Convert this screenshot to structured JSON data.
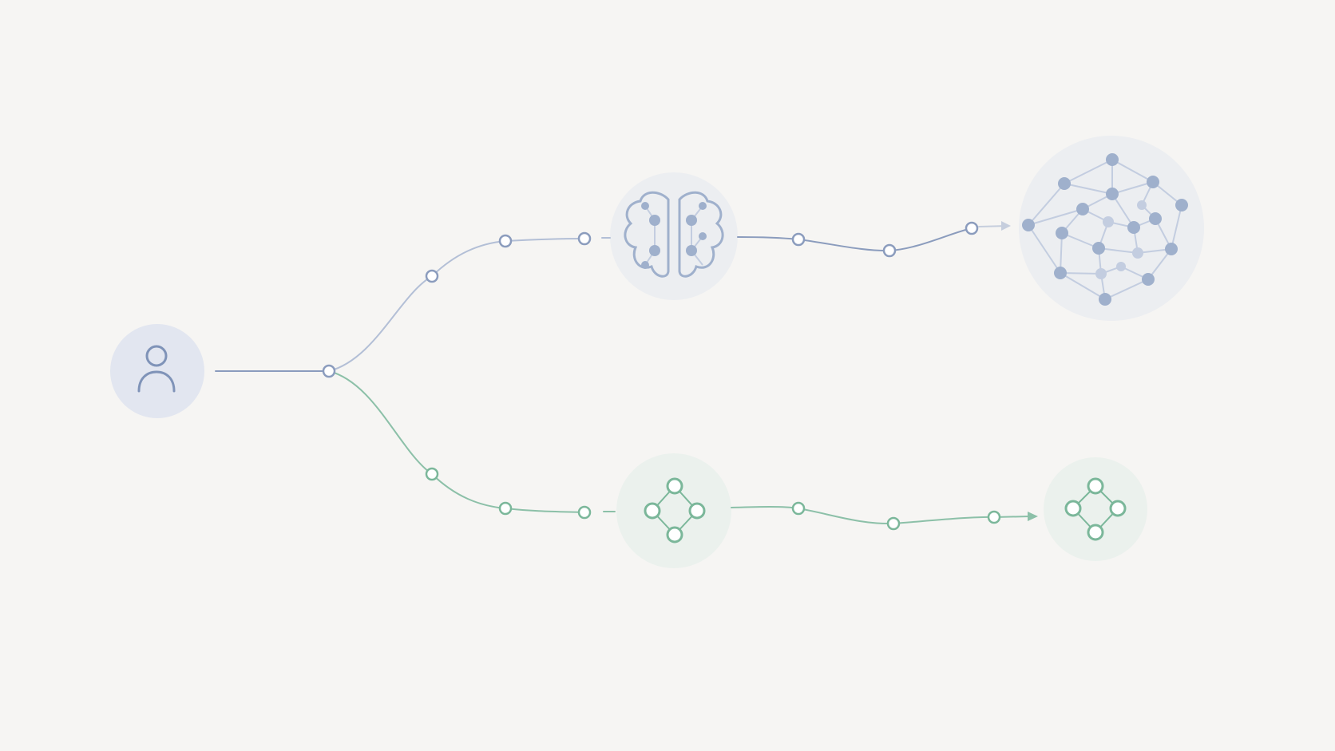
{
  "diagram": {
    "background_color": "#f6f5f3",
    "colors": {
      "blue_path": "#8b9cbd",
      "blue_path_light": "#b3bfd6",
      "blue_node": "#9fb0cc",
      "blue_node_light": "#c3cde0",
      "green_path": "#8cc0a8",
      "green_node": "#7bb79a",
      "user_disc": "#e2e6f0",
      "user_icon": "#7f93b8",
      "halo_blue": "#eceef1",
      "halo_green": "#ebf1ed"
    },
    "nodes": {
      "user": {
        "icon": "user-icon"
      },
      "brain": {
        "icon": "brain-icon"
      },
      "network": {
        "icon": "network-graph-icon"
      },
      "graph_small": {
        "icon": "small-graph-icon"
      },
      "graph_end": {
        "icon": "small-graph-icon"
      }
    },
    "branches": [
      {
        "name": "upper-branch",
        "color": "blue",
        "waypoints": 7,
        "ends_with": "arrow"
      },
      {
        "name": "lower-branch",
        "color": "green",
        "waypoints": 7,
        "ends_with": "arrow"
      }
    ]
  }
}
